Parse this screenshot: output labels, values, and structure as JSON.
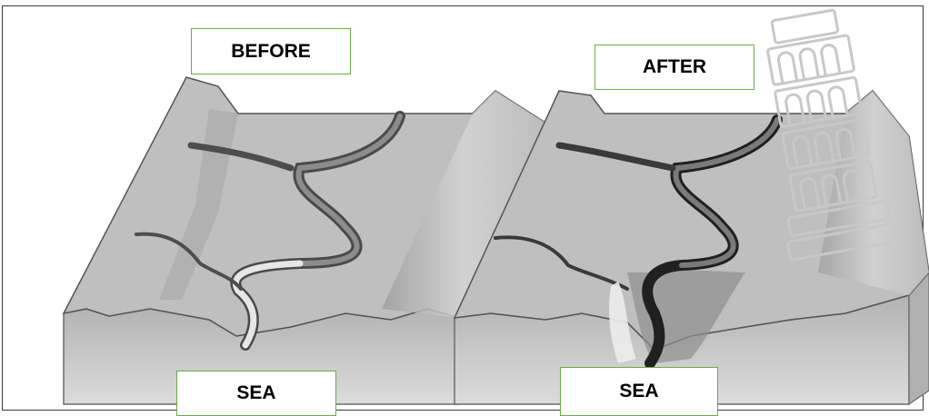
{
  "labels": {
    "before": "BEFORE",
    "after": "AFTER",
    "sea_left": "SEA",
    "sea_right": "SEA"
  },
  "colors": {
    "label_border": "#6cab4a",
    "terrain_top": "#bdbdbd",
    "terrain_side": "#a6a6a6",
    "river_dark": "#555555",
    "watermark": "#c8c8c8"
  },
  "icons": {
    "watermark": "leaning-tower-icon"
  }
}
